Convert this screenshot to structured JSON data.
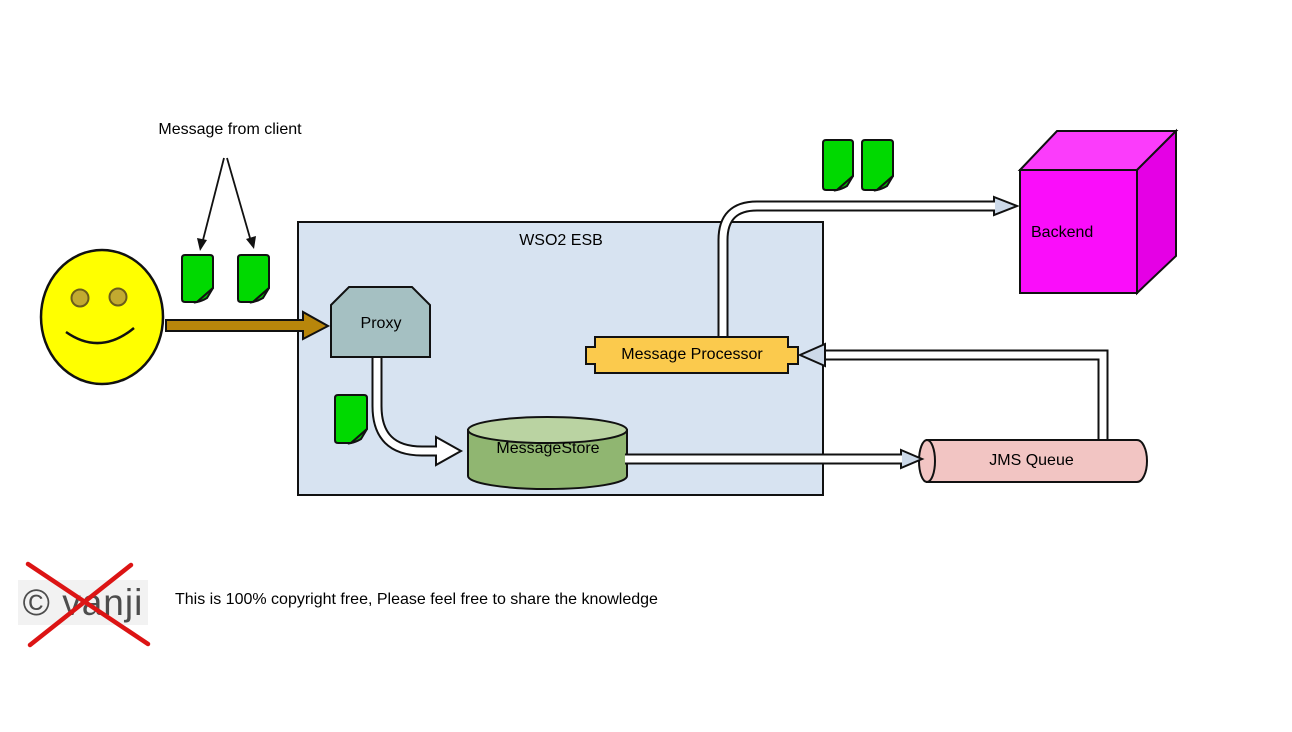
{
  "diagram": {
    "esb": {
      "title": "WSO2 ESB",
      "fill": "#d7e3f1"
    },
    "client": {
      "annotation": "Message from client",
      "smiley_fill": "#ffff00",
      "smiley_eye_fill": "#c2aa30",
      "request_arrow_fill": "#b8860b"
    },
    "nodes": {
      "proxy": {
        "label": "Proxy",
        "fill": "#a5c0c2"
      },
      "message_store": {
        "label": "MessageStore",
        "body_fill": "#90b671",
        "top_fill": "#bad3a2"
      },
      "message_processor": {
        "label": "Message Processor",
        "fill": "#fbca4d"
      },
      "backend": {
        "label": "Backend",
        "front_fill": "#fa0dfa",
        "top_fill": "#fb3cfb",
        "side_fill": "#e500e5"
      },
      "jms_queue": {
        "label": "JMS Queue",
        "fill": "#f2c5c3"
      }
    },
    "document_icon_fill": "#00d900",
    "document_fold_fill": "#00c400",
    "tube_fill": "#ffffff",
    "arrowhead_fill": "#ccd9e9",
    "outline": "#111111"
  },
  "flows": [
    {
      "from": "client",
      "to": "proxy"
    },
    {
      "from": "proxy",
      "to": "message_store"
    },
    {
      "from": "message_store",
      "to": "jms_queue"
    },
    {
      "from": "jms_queue",
      "to": "message_processor"
    },
    {
      "from": "message_processor",
      "to": "backend"
    }
  ],
  "footer": {
    "watermark": "© vanji",
    "watermark_color": "#4d4d4d",
    "cross_color": "#dc1414",
    "note": "This is 100% copyright free, Please feel free to share the knowledge"
  }
}
